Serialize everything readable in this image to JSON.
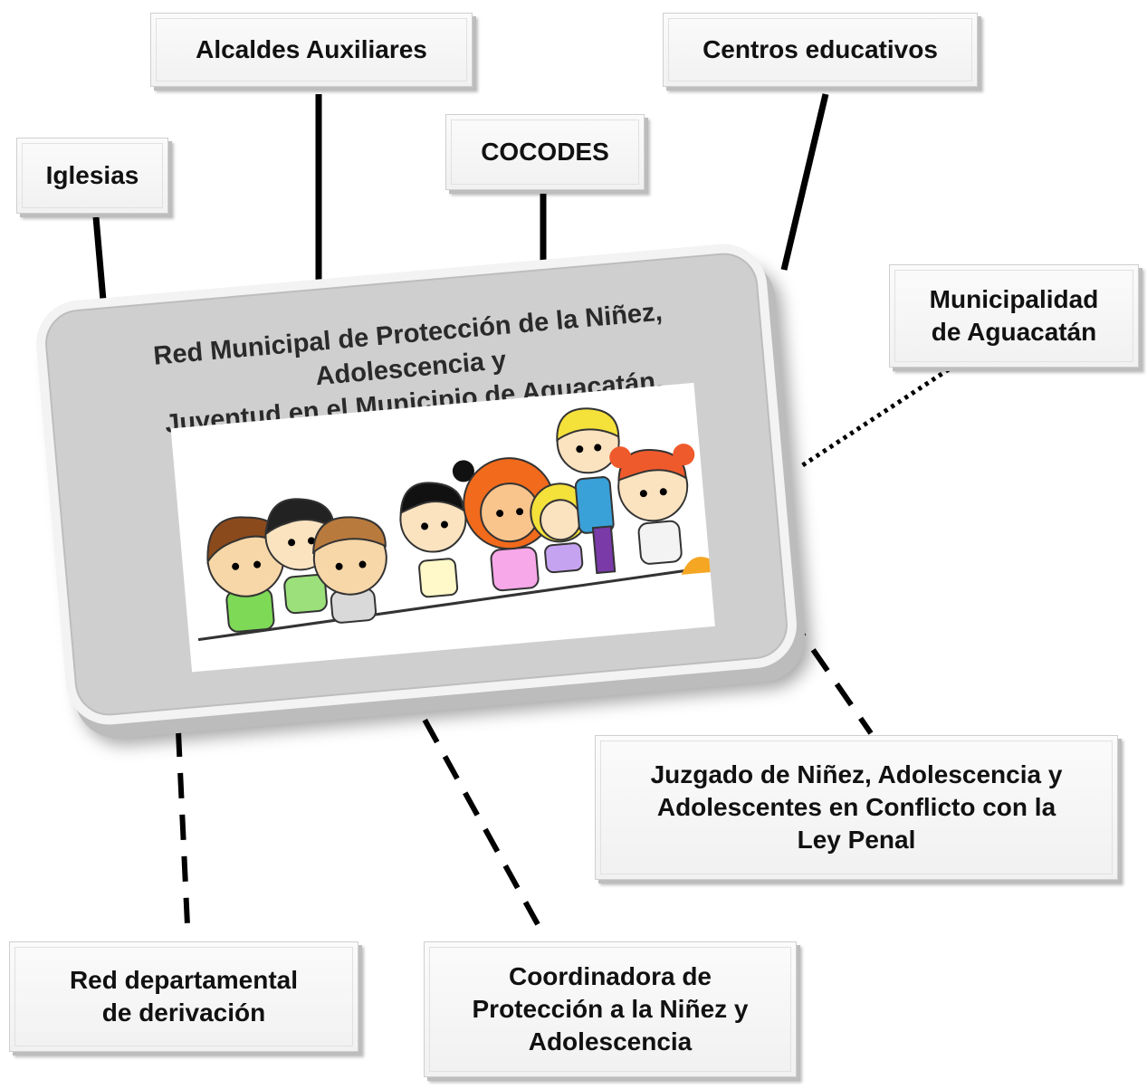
{
  "center": {
    "title_line1": "Red Municipal de Protección de la Niñez, Adolescencia y",
    "title_line2": "Juventud en el Municipio de Aguacatán, Huehuetenango."
  },
  "nodes": {
    "iglesias": "Iglesias",
    "alcaldes": "Alcaldes Auxiliares",
    "cocodes": "COCODES",
    "centros": "Centros educativos",
    "municipalidad": "Municipalidad\nde Aguacatán",
    "juzgado": "Juzgado de Niñez, Adolescencia y\nAdolescentes en Conflicto con la\nLey Penal",
    "red_departamental": "Red departamental\nde derivación",
    "coordinadora": "Coordinadora de\nProtección a la Niñez y\nAdolescencia"
  },
  "link_styles": {
    "iglesias": "solid",
    "alcaldes": "solid",
    "cocodes": "solid",
    "centros": "solid",
    "municipalidad": "dotted",
    "juzgado": "dashed",
    "red_departamental": "dashed",
    "coordinadora": "dashed"
  },
  "illustration": "children-cartoon-group"
}
